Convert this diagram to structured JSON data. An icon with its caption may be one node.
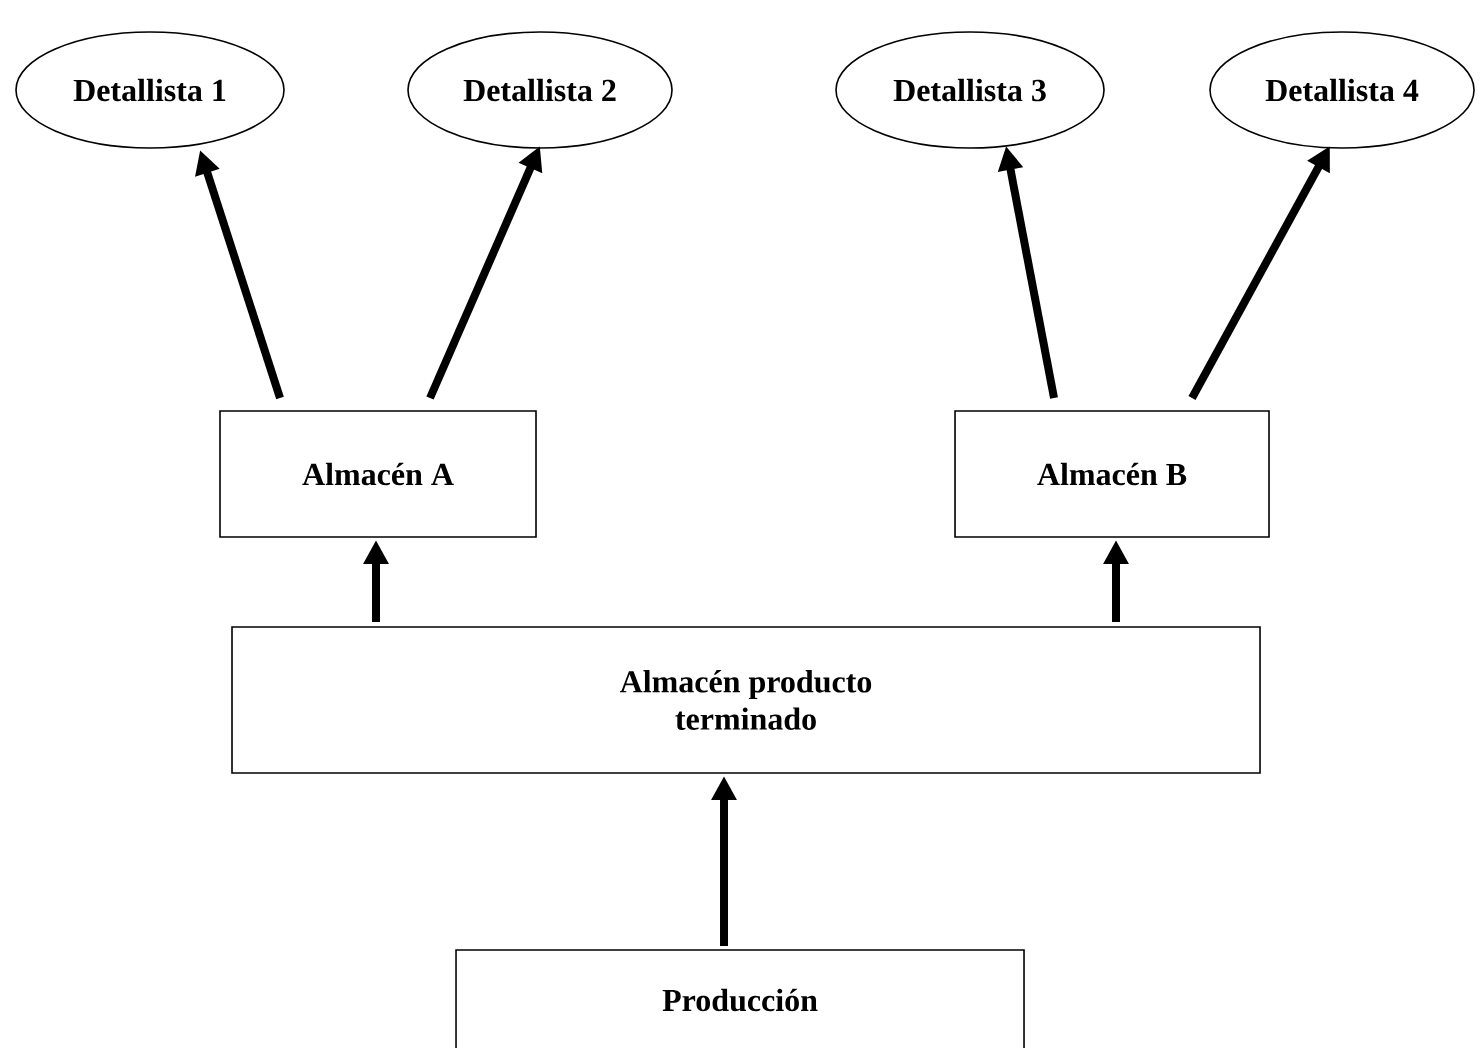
{
  "diagram": {
    "nodes": [
      {
        "text": [
          "Detallista 1"
        ]
      },
      {
        "text": [
          "Detallista 2"
        ]
      },
      {
        "text": [
          "Detallista 3"
        ]
      },
      {
        "text": [
          "Detallista 4"
        ]
      },
      {
        "text": [
          "Almacén A"
        ]
      },
      {
        "text": [
          "Almacén B"
        ]
      },
      {
        "text": [
          "Almacén producto terminado"
        ]
      },
      {
        "text": [
          "Producción"
        ]
      }
    ],
    "edges": [
      {
        "from": 4,
        "to": 0,
        "arrow": "to"
      },
      {
        "from": 4,
        "to": 1,
        "arrow": "to"
      },
      {
        "from": 5,
        "to": 2,
        "arrow": "to"
      },
      {
        "from": 5,
        "to": 3,
        "arrow": "to"
      },
      {
        "from": 6,
        "to": 4,
        "arrow": "to"
      },
      {
        "from": 6,
        "to": 5,
        "arrow": "to"
      },
      {
        "from": 7,
        "to": 6,
        "arrow": "to"
      }
    ]
  }
}
